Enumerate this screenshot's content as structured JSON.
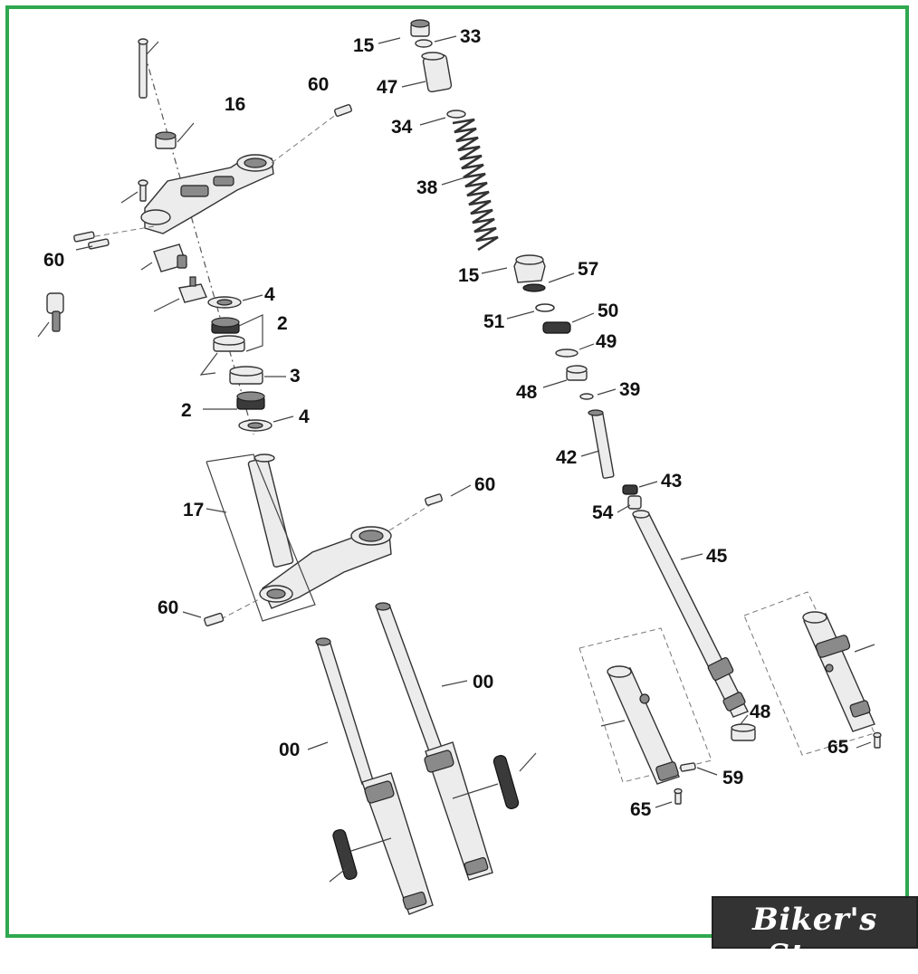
{
  "labels": {
    "l15a": "15",
    "l33": "33",
    "l47": "47",
    "l34": "34",
    "l38": "38",
    "l15b": "15",
    "l57": "57",
    "l51": "51",
    "l50": "50",
    "l49": "49",
    "l48a": "48",
    "l39": "39",
    "l42": "42",
    "l43": "43",
    "l54": "54",
    "l45": "45",
    "l48b": "48",
    "l59": "59",
    "l65a": "65",
    "l65b": "65",
    "l16": "16",
    "l60a": "60",
    "l60b": "60",
    "l4a": "4",
    "l2a": "2",
    "l3": "3",
    "l2b": "2",
    "l4b": "4",
    "l17": "17",
    "l60c": "60",
    "l60d": "60",
    "l00a": "00",
    "l00b": "00"
  },
  "watermark": "Biker's Store",
  "colors": {
    "frame": "#2fa84f",
    "logo_bg": "#333333",
    "logo_text": "#ffffff"
  }
}
